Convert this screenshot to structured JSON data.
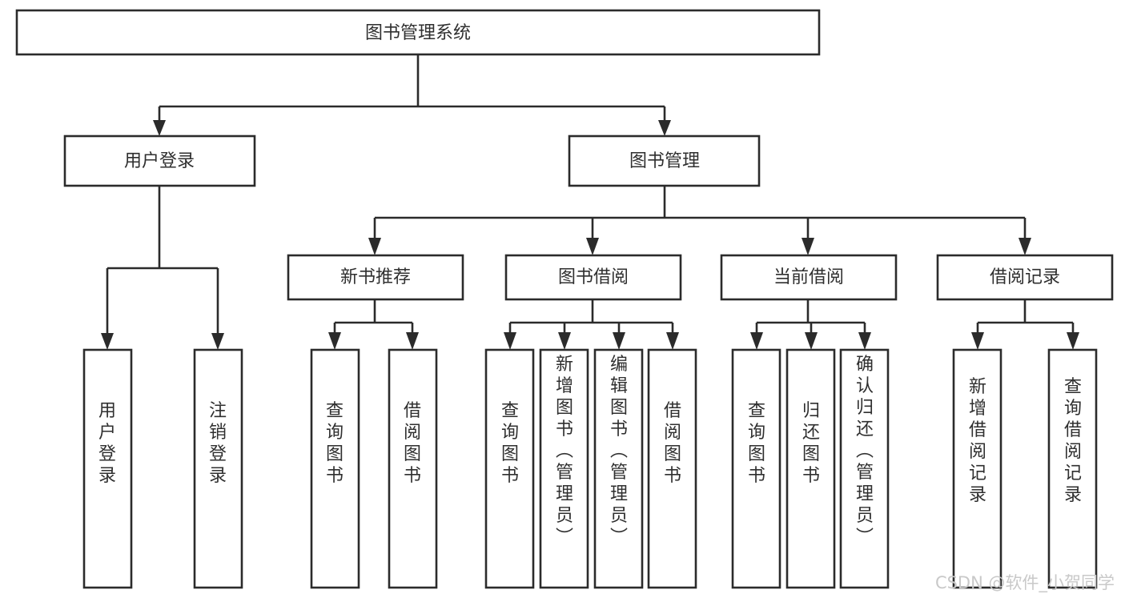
{
  "diagram": {
    "title": "图书管理系统",
    "type": "tree-hierarchy",
    "root": {
      "id": "root",
      "label": "图书管理系统"
    },
    "level2": [
      {
        "id": "user-login",
        "label": "用户登录"
      },
      {
        "id": "book-manage",
        "label": "图书管理"
      }
    ],
    "level3": [
      {
        "id": "new-book-rec",
        "label": "新书推荐",
        "parent": "book-manage"
      },
      {
        "id": "book-borrow",
        "label": "图书借阅",
        "parent": "book-manage"
      },
      {
        "id": "current-borrow",
        "label": "当前借阅",
        "parent": "book-manage"
      },
      {
        "id": "borrow-record",
        "label": "借阅记录",
        "parent": "book-manage"
      }
    ],
    "leaves": [
      {
        "id": "leaf-user-login",
        "label": "用户登录",
        "parent": "user-login"
      },
      {
        "id": "leaf-logout",
        "label": "注销登录",
        "parent": "user-login"
      },
      {
        "id": "leaf-query-book-1",
        "label": "查询图书",
        "parent": "new-book-rec"
      },
      {
        "id": "leaf-borrow-book-1",
        "label": "借阅图书",
        "parent": "new-book-rec"
      },
      {
        "id": "leaf-query-book-2",
        "label": "查询图书",
        "parent": "book-borrow"
      },
      {
        "id": "leaf-add-book",
        "label": "新增图书（管理员）",
        "parent": "book-borrow"
      },
      {
        "id": "leaf-edit-book",
        "label": "编辑图书（管理员）",
        "parent": "book-borrow"
      },
      {
        "id": "leaf-borrow-book-2",
        "label": "借阅图书",
        "parent": "book-borrow"
      },
      {
        "id": "leaf-query-book-3",
        "label": "查询图书",
        "parent": "current-borrow"
      },
      {
        "id": "leaf-return-book",
        "label": "归还图书",
        "parent": "current-borrow"
      },
      {
        "id": "leaf-confirm-return",
        "label": "确认归还（管理员）",
        "parent": "current-borrow"
      },
      {
        "id": "leaf-add-record",
        "label": "新增借阅记录",
        "parent": "borrow-record"
      },
      {
        "id": "leaf-query-record",
        "label": "查询借阅记录",
        "parent": "borrow-record"
      }
    ],
    "colors": {
      "stroke": "#2b2b2b",
      "fill": "#ffffff",
      "text": "#2f2f2f",
      "watermark": "#c9c9c9",
      "background": "#ffffff"
    }
  },
  "watermark": {
    "label": "CSDN @软件_小贺同学"
  }
}
